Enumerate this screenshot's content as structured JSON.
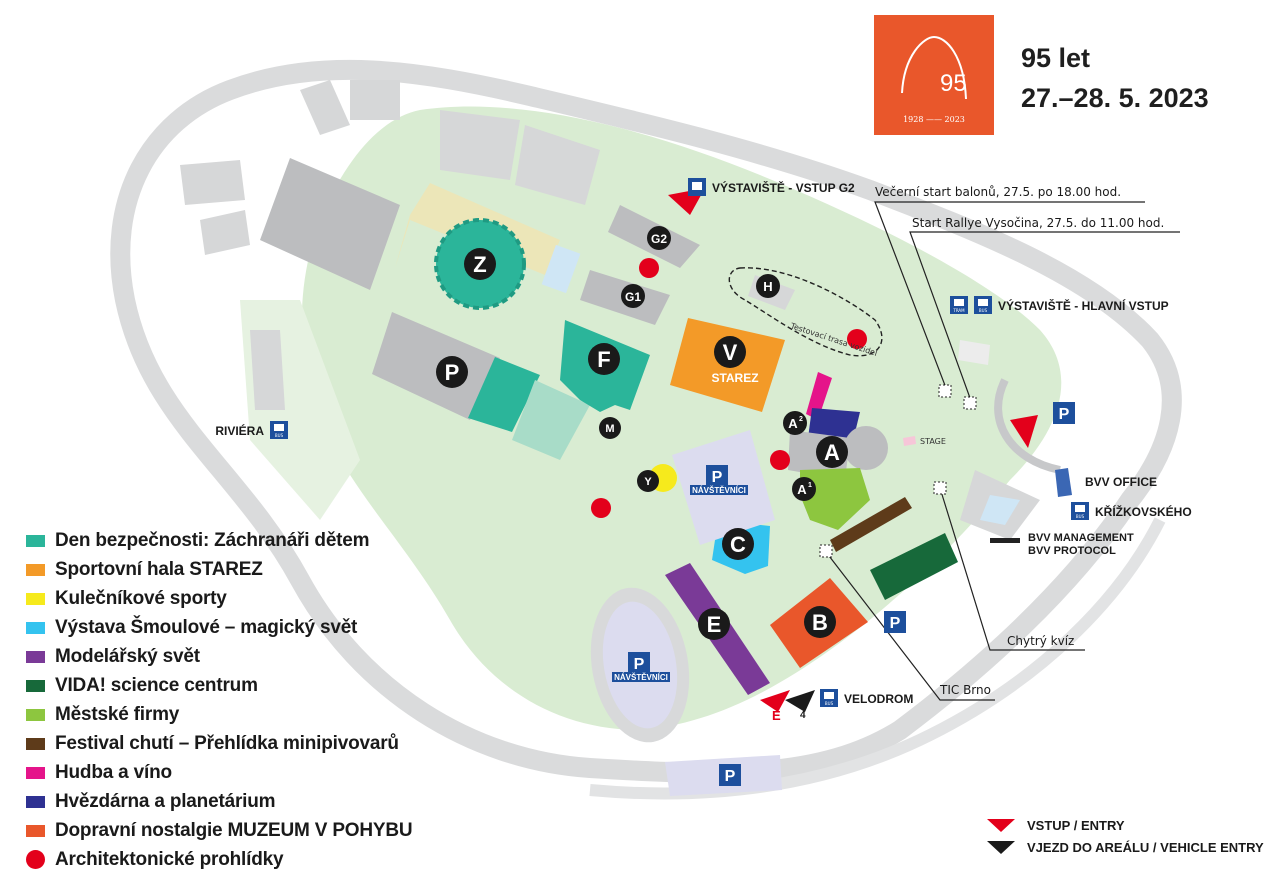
{
  "event": {
    "badge_number": "95",
    "badge_years": "1928 —— 2023",
    "title_line1": "95 let",
    "title_line2": "27.–28. 5. 2023"
  },
  "pavilions": {
    "z": "Z",
    "p": "P",
    "f": "F",
    "v": "V",
    "starez": "STAREZ",
    "g1": "G1",
    "g2": "G2",
    "h": "H",
    "m": "M",
    "y": "Y",
    "a": "A",
    "a1": "A",
    "a1_sup": "1",
    "a2": "A",
    "a2_sup": "2",
    "b": "B",
    "c": "C",
    "e": "E"
  },
  "parking": {
    "letter": "P",
    "visitors": "NÁVŠTĚVNÍCI"
  },
  "transit": {
    "tram": "TRAM",
    "bus": "BUS"
  },
  "places": {
    "g2_entry": "VÝSTAVIŠTĚ - VSTUP G2",
    "main_entry": "VÝSTAVIŠTĚ - HLAVNÍ VSTUP",
    "riviera": "RIVIÉRA",
    "bvv_office": "BVV OFFICE",
    "krizkovskeho": "KŘÍŽKOVSKÉHO",
    "bvv_management": "BVV MANAGEMENT",
    "bvv_protocol": "BVV PROTOCOL",
    "velodrom": "VELODROM",
    "stage": "STAGE",
    "test_track": "Testovací trasa vozidel",
    "entry_e": "E",
    "entry_4": "4"
  },
  "callouts": {
    "balloons": "Večerní start balonů, 27.5. po 18.00 hod.",
    "rallye": "Start Rallye Vysočina, 27.5. do 11.00 hod.",
    "quiz": "Chytrý kvíz",
    "tic": "TIC Brno"
  },
  "legend": [
    {
      "label": "Den bezpečnosti: Záchranáři dětem",
      "color": "#2bb59a",
      "shape": "square"
    },
    {
      "label": "Sportovní hala STAREZ",
      "color": "#f39a28",
      "shape": "square"
    },
    {
      "label": "Kulečníkové sporty",
      "color": "#f6ea1c",
      "shape": "square"
    },
    {
      "label": "Výstava Šmoulové – magický svět",
      "color": "#34c3ef",
      "shape": "square"
    },
    {
      "label": "Modelářský svět",
      "color": "#7a3a97",
      "shape": "square"
    },
    {
      "label": "VIDA! science centrum",
      "color": "#17693a",
      "shape": "square"
    },
    {
      "label": "Městské firmy",
      "color": "#8dc63f",
      "shape": "square"
    },
    {
      "label": "Festival chutí – Přehlídka minipivovarů",
      "color": "#5e3b1a",
      "shape": "square"
    },
    {
      "label": "Hudba a víno",
      "color": "#e5148a",
      "shape": "square"
    },
    {
      "label": "Hvězdárna a planetárium",
      "color": "#2e3192",
      "shape": "square"
    },
    {
      "label": "Dopravní nostalgie MUZEUM V POHYBU",
      "color": "#e9572b",
      "shape": "square"
    },
    {
      "label": "Architektonické prohlídky",
      "color": "#e3001b",
      "shape": "dot"
    }
  ],
  "entry_legend": {
    "entry": "VSTUP / ENTRY",
    "vehicle": "VJEZD DO AREÁLU / VEHICLE ENTRY"
  },
  "colors": {
    "green_area": "#d9ecd2",
    "road": "#d0d2d3",
    "building": "#c7c8ca",
    "badge": "#e9572b",
    "info_blue": "#1d4f9c",
    "entry_red": "#e3001b"
  }
}
